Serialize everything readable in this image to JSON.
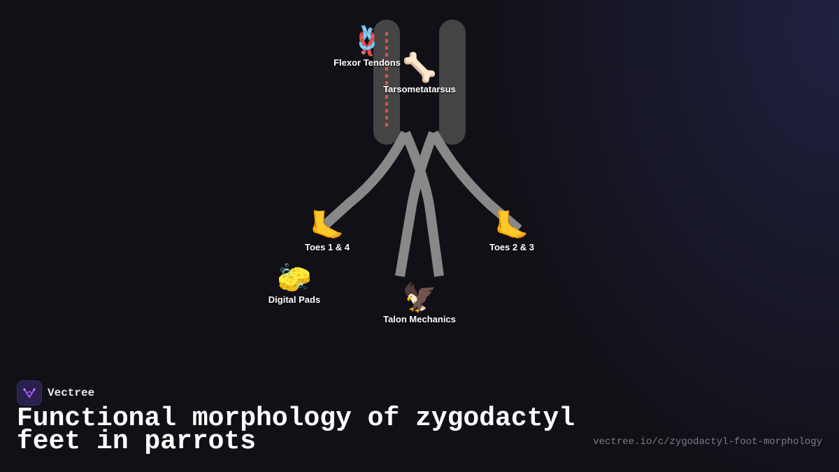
{
  "diagram": {
    "nodes": [
      {
        "id": "flexor",
        "emoji": "🪢",
        "label": "Flexor Tendons",
        "icon": "knot-icon"
      },
      {
        "id": "tarso",
        "emoji": "🦴",
        "label": "Tarsometatarsus",
        "icon": "bone-icon"
      },
      {
        "id": "toes14",
        "emoji": "🦶",
        "label": "Toes 1 & 4",
        "icon": "foot-icon"
      },
      {
        "id": "toes23",
        "emoji": "🦶",
        "label": "Toes 2 & 3",
        "icon": "foot-icon"
      },
      {
        "id": "pads",
        "emoji": "🧽",
        "label": "Digital Pads",
        "icon": "sponge-icon"
      },
      {
        "id": "talon",
        "emoji": "🦅",
        "label": "Talon Mechanics",
        "icon": "eagle-icon"
      }
    ]
  },
  "brand": {
    "name": "Vectree",
    "logo_icon": "vectree-logo-icon"
  },
  "title": "Functional morphology of zygodactyl feet in parrots",
  "url": "vectree.io/c/zygodactyl-foot-morphology",
  "colors": {
    "background": "#111016",
    "bone": "#444444",
    "toe": "#888888",
    "tendon_dash": "#e05050",
    "logo_bg": "#2a1f4d",
    "logo_mark": "#a855f7"
  }
}
